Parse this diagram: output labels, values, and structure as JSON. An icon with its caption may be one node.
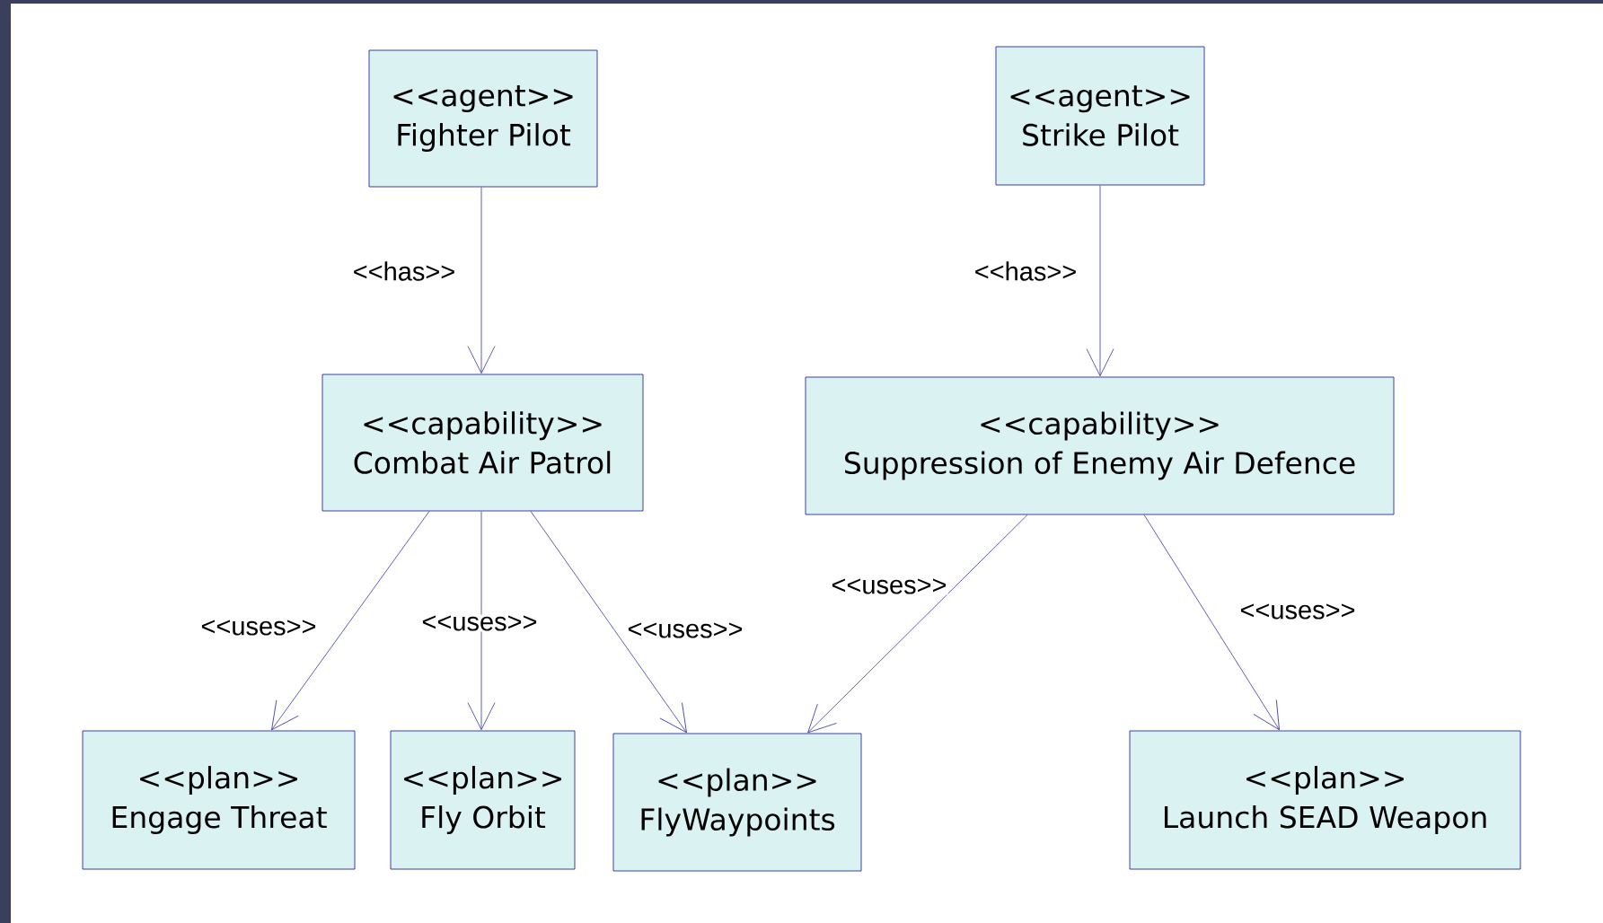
{
  "diagram": {
    "nodes": [
      {
        "text": [
          "<<agent>>",
          "Fighter Pilot"
        ]
      },
      {
        "text": [
          "<<agent>>",
          "Strike Pilot"
        ]
      },
      {
        "text": [
          "<<capability>>",
          "Combat Air Patrol"
        ]
      },
      {
        "text": [
          "<<capability>>",
          "Suppression of Enemy Air Defence"
        ]
      },
      {
        "text": [
          "<<plan>>",
          "Engage Threat"
        ]
      },
      {
        "text": [
          "<<plan>>",
          "Fly Orbit"
        ]
      },
      {
        "text": [
          "<<plan>>",
          "FlyWaypoints"
        ]
      },
      {
        "text": [
          "<<plan>>",
          "Launch SEAD Weapon"
        ]
      }
    ],
    "edges": [
      {
        "from": 0,
        "to": 2,
        "arrow": "to",
        "label": "<<has>>"
      },
      {
        "from": 1,
        "to": 3,
        "arrow": "to",
        "label": "<<has>>"
      },
      {
        "from": 2,
        "to": 4,
        "arrow": "to",
        "label": "<<uses>>"
      },
      {
        "from": 2,
        "to": 5,
        "arrow": "to",
        "label": "<<uses>>"
      },
      {
        "from": 2,
        "to": 6,
        "arrow": "to",
        "label": "<<uses>>"
      },
      {
        "from": 3,
        "to": 6,
        "arrow": "to",
        "label": "<<uses>>"
      },
      {
        "from": 3,
        "to": 7,
        "arrow": "to",
        "label": "<<uses>>"
      }
    ]
  }
}
